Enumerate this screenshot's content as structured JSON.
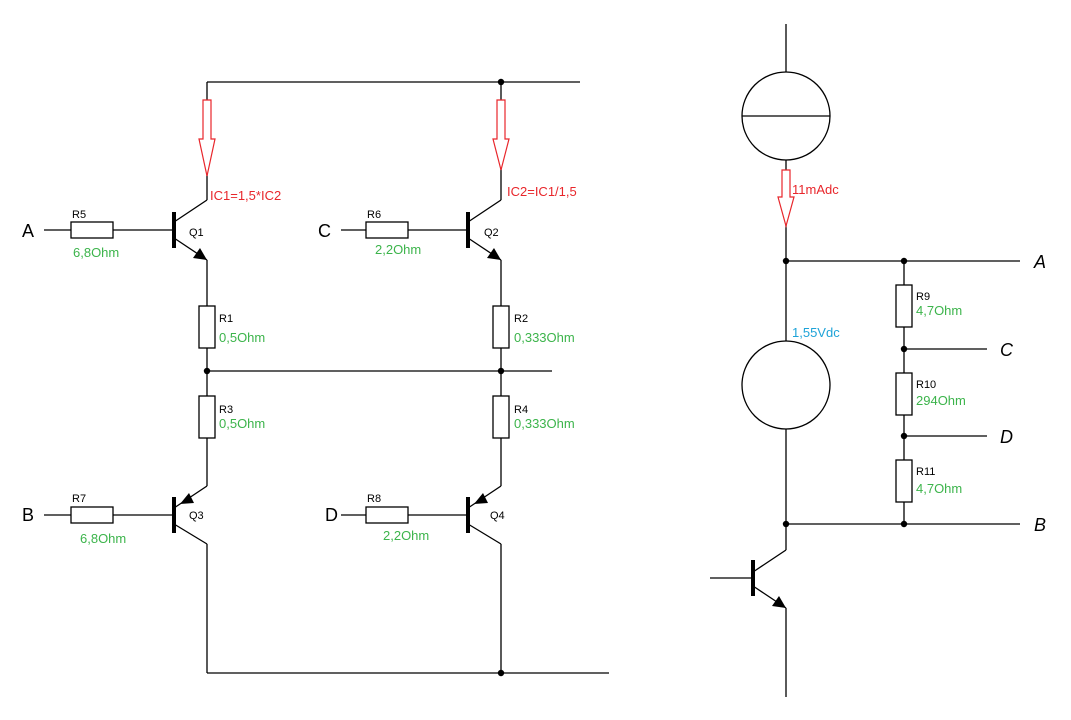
{
  "colors": {
    "value": "#3cb44b",
    "current": "#e8262b",
    "voltage": "#1ea3d8",
    "wire": "#000000"
  },
  "nodes": {
    "a_left": "A",
    "b_left": "B",
    "c_left": "C",
    "d_left": "D",
    "a_right": "A",
    "b_right": "B",
    "c_right": "C",
    "d_right": "D"
  },
  "transistors": {
    "q1": "Q1",
    "q2": "Q2",
    "q3": "Q3",
    "q4": "Q4"
  },
  "resistors": {
    "r1": {
      "ref": "R1",
      "value": "0,5Ohm"
    },
    "r2": {
      "ref": "R2",
      "value": "0,333Ohm"
    },
    "r3": {
      "ref": "R3",
      "value": "0,5Ohm"
    },
    "r4": {
      "ref": "R4",
      "value": "0,333Ohm"
    },
    "r5": {
      "ref": "R5",
      "value": "6,8Ohm"
    },
    "r6": {
      "ref": "R6",
      "value": "2,2Ohm"
    },
    "r7": {
      "ref": "R7",
      "value": "6,8Ohm"
    },
    "r8": {
      "ref": "R8",
      "value": "2,2Ohm"
    },
    "r9": {
      "ref": "R9",
      "value": "4,7Ohm"
    },
    "r10": {
      "ref": "R10",
      "value": "294Ohm"
    },
    "r11": {
      "ref": "R11",
      "value": "4,7Ohm"
    }
  },
  "annotations": {
    "ic1": "IC1=1,5*IC2",
    "ic2": "IC2=IC1/1,5",
    "current_source": "11mAdc",
    "voltage_source": "1,55Vdc"
  }
}
